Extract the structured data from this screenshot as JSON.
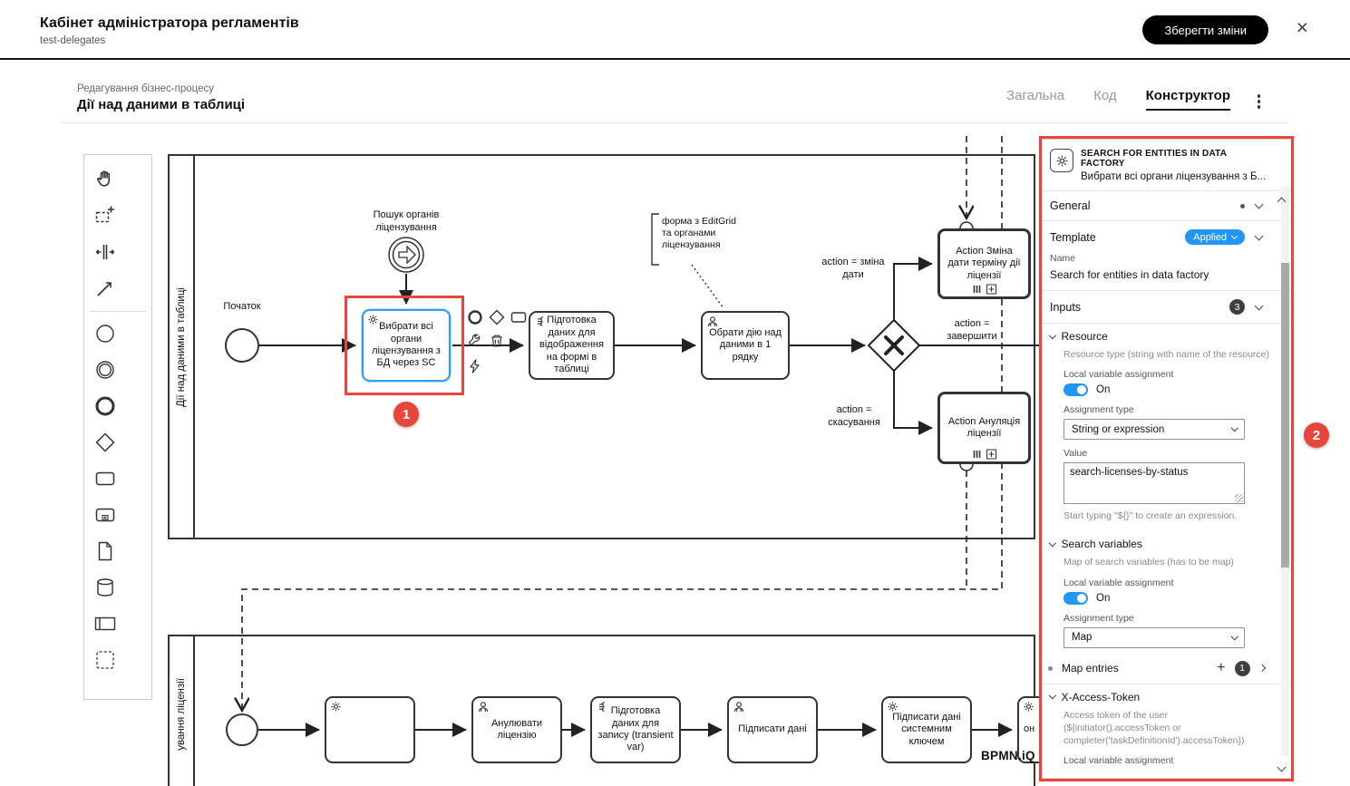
{
  "app": {
    "title": "Кабінет адміністратора регламентів",
    "subtitle": "test-delegates",
    "save_button": "Зберегти зміни",
    "close": "×"
  },
  "editor": {
    "breadcrumb": "Редагування бізнес-процесу",
    "title": "Дії над даними в таблиці",
    "tabs": [
      {
        "label": "Загальна"
      },
      {
        "label": "Код"
      },
      {
        "label": "Конструктор"
      }
    ]
  },
  "diagram": {
    "lane_top": "Дії над даними в таблиці",
    "lane_bottom": "ування ліцензії",
    "start_label": "Початок",
    "search_event_label": "Пошук органів ліцензування",
    "task_select": "Вибрати всі органи ліцензування з БД через SC",
    "task_prepare_display": "Підготовка даних для відображення на формі в таблиці",
    "task_choose_action": "Обрати дію над даними в 1 рядку",
    "annotation": "форма з EditGrid та органами ліцензування",
    "action_change_date": "Action Зміна дати терміну дії ліцензії",
    "action_annul": "Action Ануляція ліцензії",
    "flow_change_date": "action = зміна дати",
    "flow_finish": "action = завершити",
    "flow_cancel": "action = скасування",
    "task_annul": "Анулювати ліцензію",
    "task_prepare_record": "Підготовка даних для запису (transient var)",
    "task_sign": "Підписати дані",
    "task_sign_system": "Підписати дані системним ключем",
    "task_partial": "он",
    "watermark": "BPMN.iQ",
    "badge_1": "1",
    "badge_2": "2"
  },
  "panel": {
    "header": {
      "title": "SEARCH FOR ENTITIES IN DATA FACTORY",
      "subtitle": "Вибрати всі органи ліцензування з Б..."
    },
    "general": {
      "label": "General"
    },
    "template": {
      "label": "Template",
      "badge": "Applied"
    },
    "name": {
      "label": "Name",
      "value": "Search for entities in data factory"
    },
    "inputs": {
      "label": "Inputs",
      "count": "3"
    },
    "resource": {
      "title": "Resource",
      "description": "Resource type (string with name of the resource)",
      "local_label": "Local variable assignment",
      "toggle": "On",
      "assignment_label": "Assignment type",
      "assignment_value": "String or expression",
      "value_label": "Value",
      "value": "search-licenses-by-status",
      "hint": "Start typing \"${}\" to create an expression."
    },
    "search_variables": {
      "title": "Search variables",
      "description": "Map of search variables (has to be map)",
      "local_label": "Local variable assignment",
      "toggle": "On",
      "assignment_label": "Assignment type",
      "assignment_value": "Map",
      "map_entries_label": "Map entries",
      "map_entries_count": "1",
      "add": "+"
    },
    "token": {
      "title": "X-Access-Token",
      "description": "Access token of the user (${initiator().accessToken or completer('taskDefinitionId').accessToken})",
      "local_label": "Local variable assignment"
    }
  }
}
